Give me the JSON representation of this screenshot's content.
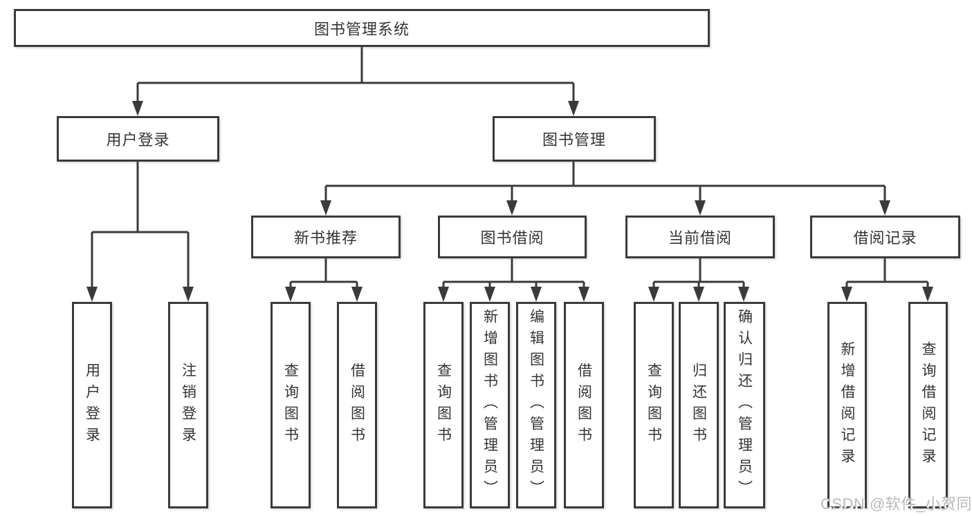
{
  "tree": {
    "label": "图书管理系统",
    "children": [
      {
        "label": "用户登录",
        "children": [
          {
            "label": "用户登录"
          },
          {
            "label": "注销登录"
          }
        ]
      },
      {
        "label": "图书管理",
        "children": [
          {
            "label": "新书推荐",
            "children": [
              {
                "label": "查询图书"
              },
              {
                "label": "借阅图书"
              }
            ]
          },
          {
            "label": "图书借阅",
            "children": [
              {
                "label": "查询图书"
              },
              {
                "label": "新增图书（管理员）"
              },
              {
                "label": "编辑图书（管理员）"
              },
              {
                "label": "借阅图书"
              }
            ]
          },
          {
            "label": "当前借阅",
            "children": [
              {
                "label": "查询图书"
              },
              {
                "label": "归还图书"
              },
              {
                "label": "确认归还（管理员）"
              }
            ]
          },
          {
            "label": "借阅记录",
            "children": [
              {
                "label": "新增借阅记录"
              },
              {
                "label": "查询借阅记录"
              }
            ]
          }
        ]
      }
    ]
  },
  "watermark": {
    "text": "CSDN @软件_小贺同学"
  },
  "colors": {
    "line": "#3a3a3a",
    "text": "#333333",
    "box_fill": "#ffffff",
    "background": "#ffffff",
    "watermark": "#b9b9b9"
  }
}
